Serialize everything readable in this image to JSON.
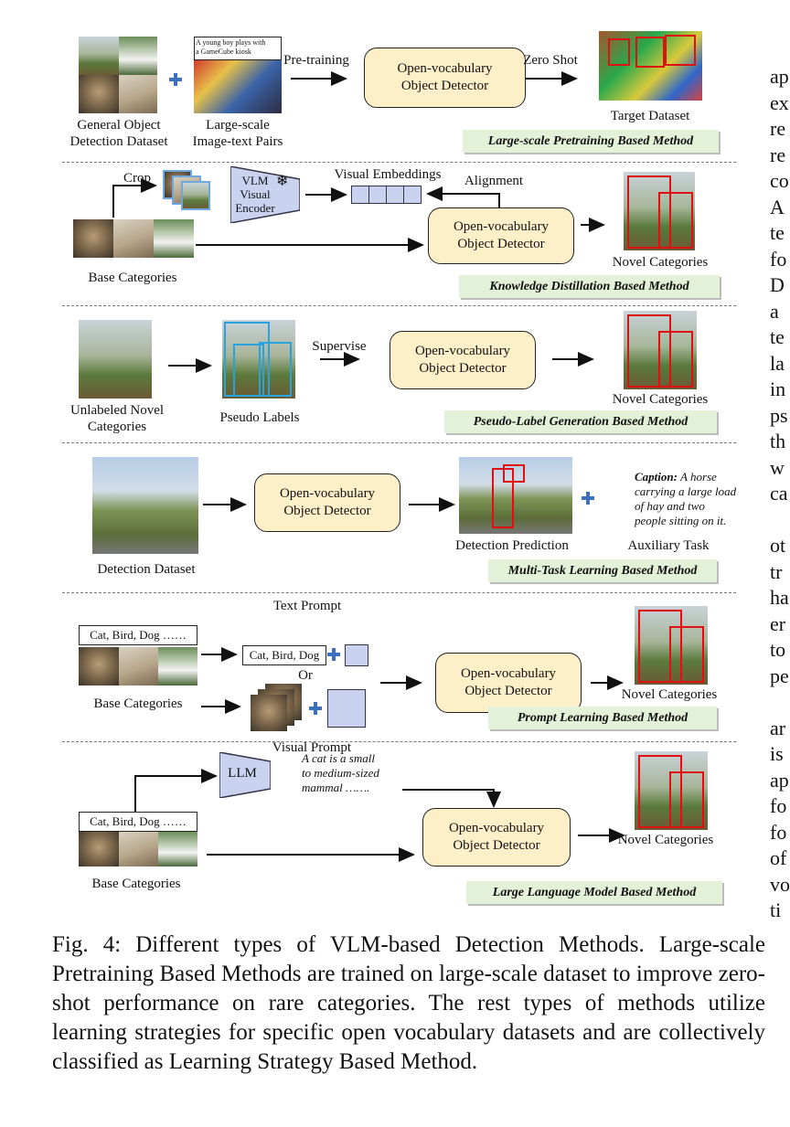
{
  "row1": {
    "general_dataset_label": "General Object\nDetection Dataset",
    "text_card": "A young boy plays with\na GameCube kiosk",
    "image_text_label": "Large-scale\nImage-text Pairs",
    "pretraining_label": "Pre-training",
    "detector": "Open-vocabulary\nObject Detector",
    "zero_shot_label": "Zero Shot",
    "target_label": "Target  Dataset",
    "method": "Large-scale Pretraining Based Method"
  },
  "row2": {
    "crop_label": "Crop",
    "vlm_encoder": "VLM\nVisual\nEncoder",
    "snowflake": "❄",
    "embeddings_label": "Visual Embeddings",
    "alignment_label": "Alignment",
    "detector": "Open-vocabulary\nObject Detector",
    "base_label": "Base Categories",
    "novel_label": "Novel Categories",
    "method": "Knowledge Distillation Based Method"
  },
  "row3": {
    "unlabeled_label": "Unlabeled Novel\nCategories",
    "pseudo_label": "Pseudo Labels",
    "supervise_label": "Supervise",
    "detector": "Open-vocabulary\nObject Detector",
    "novel_label": "Novel Categories",
    "method": "Pseudo-Label Generation Based Method"
  },
  "row4": {
    "dataset_label": "Detection Dataset",
    "detector": "Open-vocabulary\nObject Detector",
    "prediction_label": "Detection Prediction",
    "caption_head": "Caption:",
    "caption_text": " A horse carrying a large load of hay and two people sitting on it.",
    "aux_label": "Auxiliary Task",
    "method": "Multi-Task Learning Based Method"
  },
  "row5": {
    "categories_text": "Cat, Bird, Dog ……",
    "text_prompt_label": "Text Prompt",
    "prompt_box_text": "Cat, Bird, Dog",
    "or_label": "Or",
    "visual_prompt_label": "Visual Prompt",
    "base_label": "Base Categories",
    "detector": "Open-vocabulary\nObject Detector",
    "novel_label": "Novel Categories",
    "method": "Prompt Learning Based Method"
  },
  "row6": {
    "llm_label": "LLM",
    "llm_text": "A cat is a small\nto medium-sized\nmammal …….",
    "categories_text": "Cat, Bird, Dog ……",
    "base_label": "Base Categories",
    "detector": "Open-vocabulary\nObject Detector",
    "novel_label": "Novel Categories",
    "method": "Large Language Model Based Method"
  },
  "caption": "Fig. 4: Different types of VLM-based Detection Methods. Large-scale Pretraining Based Methods are trained on large-scale dataset to improve zero-shot performance on rare categories. The rest types of methods utilize learning strategies for specific open vocabulary datasets and are collectively classified as Learning Strategy Based Method.",
  "side_fragments": [
    "ap",
    "ex",
    "re",
    "re",
    "co",
    "A",
    "te",
    "fo",
    "D",
    "a",
    "te",
    "la",
    "in",
    "ps",
    "th",
    "w",
    "ca",
    "",
    "ot",
    "tr",
    "ha",
    "er",
    "to",
    "pe",
    "",
    "ar",
    "is",
    "ap",
    "fo",
    "fo",
    "of",
    "vo",
    "ti"
  ]
}
